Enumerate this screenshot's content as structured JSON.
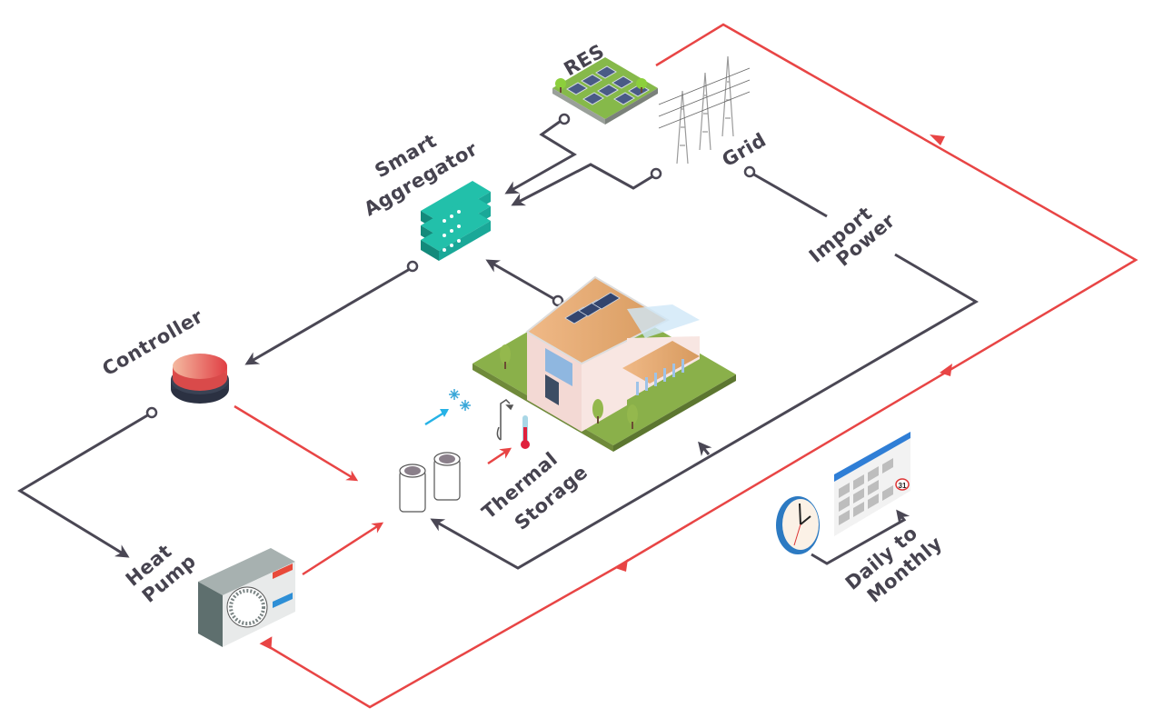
{
  "title": "Smart heat pump energy flow diagram",
  "colors": {
    "line_dark": "#4a4754",
    "line_red": "#e84545",
    "aggregator": "#1aa898",
    "controller": "#e85a4f",
    "text": "#46434f"
  },
  "labels": {
    "res": "RES",
    "grid": "Grid",
    "smart_aggregator_1": "Smart",
    "smart_aggregator_2": "Aggregator",
    "import_power_1": "Import",
    "import_power_2": "Power",
    "controller": "Controller",
    "thermal_storage_1": "Thermal",
    "thermal_storage_2": "Storage",
    "heat_pump_1": "Heat",
    "heat_pump_2": "Pump",
    "daily_monthly_1": "Daily to",
    "daily_monthly_2": "Monthly",
    "calendar_day": "31"
  },
  "components": [
    {
      "id": "res",
      "label": "RES",
      "icon": "solar-farm-icon"
    },
    {
      "id": "grid",
      "label": "Grid",
      "icon": "power-tower-icon"
    },
    {
      "id": "aggregator",
      "label": "Smart Aggregator",
      "icon": "server-stack-icon"
    },
    {
      "id": "house",
      "label": "",
      "icon": "house-icon"
    },
    {
      "id": "controller",
      "label": "Controller",
      "icon": "controller-button-icon"
    },
    {
      "id": "storage",
      "label": "Thermal Storage",
      "icon": "water-tank-icon"
    },
    {
      "id": "heatpump",
      "label": "Heat Pump",
      "icon": "heat-pump-icon"
    },
    {
      "id": "timeframe",
      "label": "Daily to Monthly",
      "icon": "clock-calendar-icon"
    }
  ]
}
